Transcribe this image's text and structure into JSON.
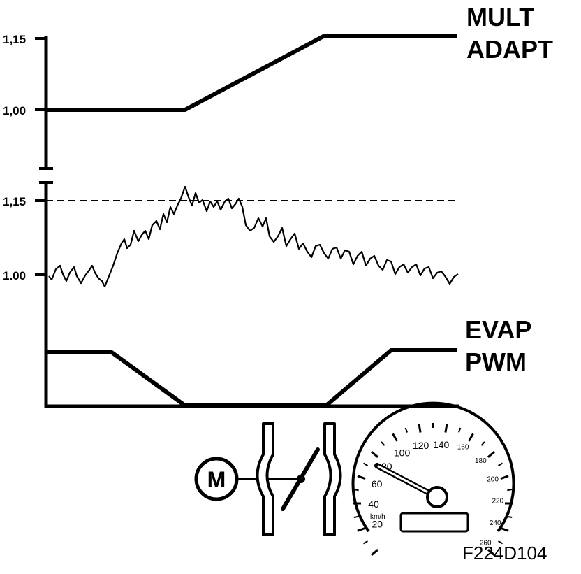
{
  "labels": {
    "top_line1": "MULT",
    "top_line2": "ADAPT",
    "bottom_line1": "EVAP",
    "bottom_line2": "PWM",
    "figure_code": "F224D104"
  },
  "axis_ticks": {
    "top_high": "1,15",
    "top_low": "1,00",
    "mid_high": "1,15",
    "mid_low": "1.00"
  },
  "icons": {
    "motor": "M",
    "speedometer_unit": "km/h"
  },
  "speedometer": {
    "scale": [
      "20",
      "40",
      "60",
      "80",
      "100",
      "120",
      "140",
      "160",
      "180",
      "200",
      "220",
      "240",
      "260"
    ]
  },
  "colors": {
    "ink": "#000000",
    "paper": "#ffffff"
  }
}
